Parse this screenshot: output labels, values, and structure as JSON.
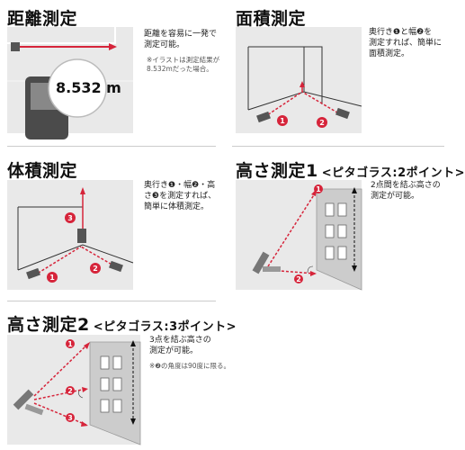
{
  "distance": {
    "title": "距離測定",
    "desc": "距離を容易に一発で\n測定可能。",
    "note": "※イラストは測定結果が\n8.532mだった場合。",
    "readout": "8.532 m"
  },
  "area": {
    "title": "面積測定",
    "desc": "奥行き❶と幅❷を\n測定すれば、簡単に\n面積測定。",
    "markers": [
      "1",
      "2"
    ]
  },
  "volume": {
    "title": "体積測定",
    "desc": "奥行き❶・幅❷・高\nさ❸を測定すれば、\n簡単に体積測定。",
    "markers": [
      "1",
      "2",
      "3"
    ]
  },
  "height1": {
    "title": "高さ測定1",
    "subtitle": "<ピタゴラス:2ポイント>",
    "desc": "2点間を結ぶ高さの\n測定が可能。",
    "markers": [
      "1",
      "2"
    ]
  },
  "height2": {
    "title": "高さ測定2",
    "subtitle": "<ピタゴラス:3ポイント>",
    "desc": "3点を結ぶ高さの\n測定が可能。",
    "note": "※❷の角度は90度に限る。",
    "markers": [
      "1",
      "2",
      "3"
    ]
  },
  "colors": {
    "accent": "#d6243a",
    "illus_bg": "#e9e9e9",
    "device": "#555555"
  }
}
